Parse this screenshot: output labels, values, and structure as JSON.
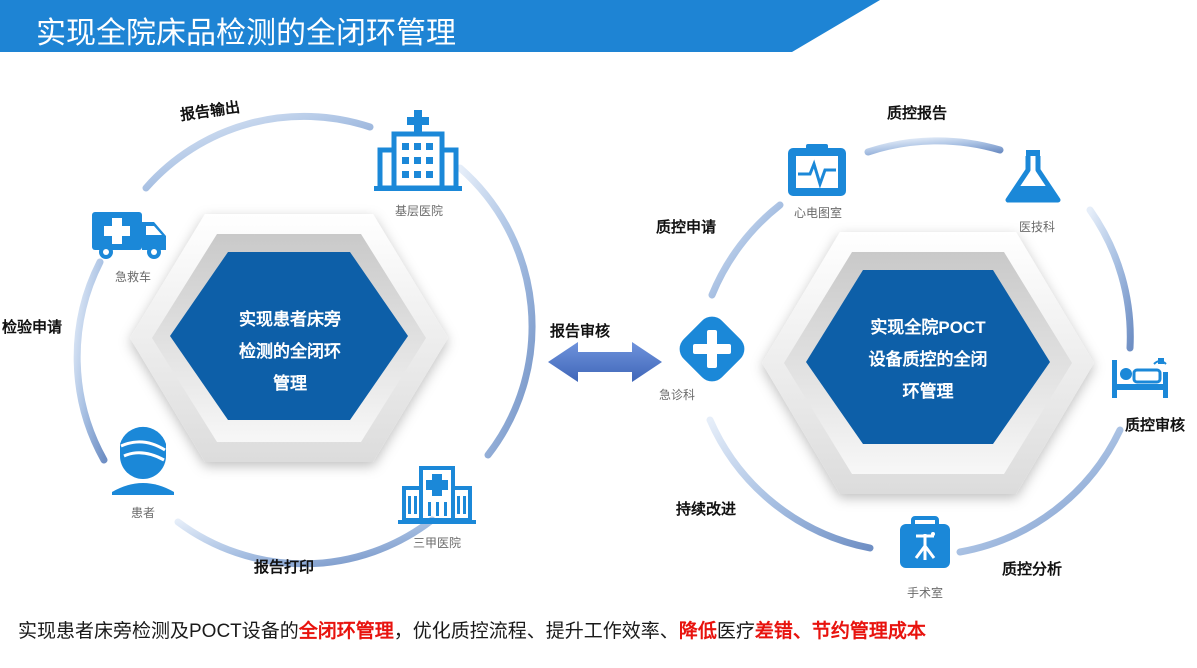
{
  "title": "实现全院床品检测的全闭环管理",
  "left_loop": {
    "center_text": [
      "实现患者床旁",
      "检测的全闭环",
      "管理"
    ],
    "stages": {
      "report_output": "报告输出",
      "test_request": "检验申请",
      "report_print": "报告打印"
    },
    "nodes": {
      "primary_hospital": "基层医院",
      "ambulance": "急救车",
      "patient": "患者",
      "tertiary_hospital": "三甲医院"
    }
  },
  "connector": {
    "label": "报告审核"
  },
  "right_loop": {
    "center_text": [
      "实现全院POCT",
      "设备质控的全闭",
      "环管理"
    ],
    "stages": {
      "qc_report": "质控报告",
      "qc_request": "质控申请",
      "qc_review": "质控审核",
      "continuous_improvement": "持续改进",
      "qc_analysis": "质控分析"
    },
    "nodes": {
      "ecg_room": "心电图室",
      "medical_tech": "医技科",
      "emergency": "急诊科",
      "ward": "",
      "operating_room": "手术室"
    }
  },
  "footer": {
    "prefix": "实现患者床旁检测及POCT设备的",
    "hl1": "全闭环管理",
    "mid": "，优化质控流程、提升工作效率、",
    "hl2": "降低",
    "mid2": "医疗",
    "hl3": "差错、节约管理成本"
  },
  "colors": {
    "title_bar": "#1e84d4",
    "hex_blue": "#0c5fa8",
    "icon_blue": "#1b88d8",
    "ring_blue": "#9fb8dc",
    "highlight_red": "#e8130e"
  }
}
